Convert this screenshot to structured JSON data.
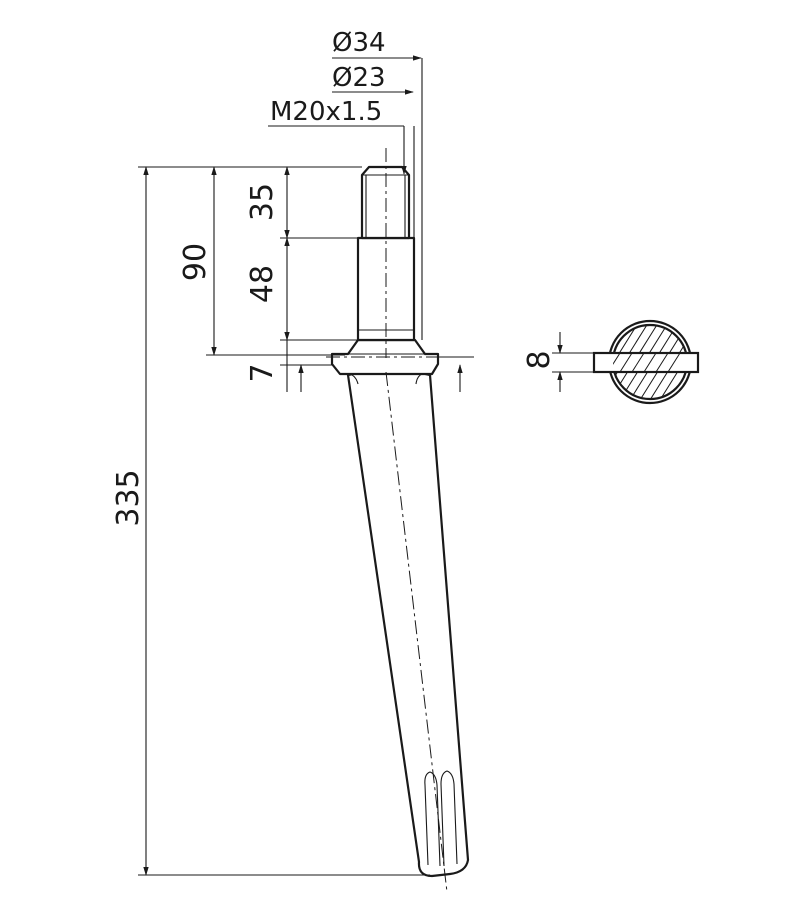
{
  "callouts": {
    "outer_diameter": "Ø34",
    "inner_diameter": "Ø23",
    "thread": "M20x1.5"
  },
  "dimensions": {
    "overall_length": "335",
    "shank_length": "90",
    "thread_length": "35",
    "shoulder_length": "48",
    "collar_thickness": "7",
    "section_thickness": "8"
  },
  "colors": {
    "line": "#1a1a1a",
    "background": "#ffffff"
  }
}
